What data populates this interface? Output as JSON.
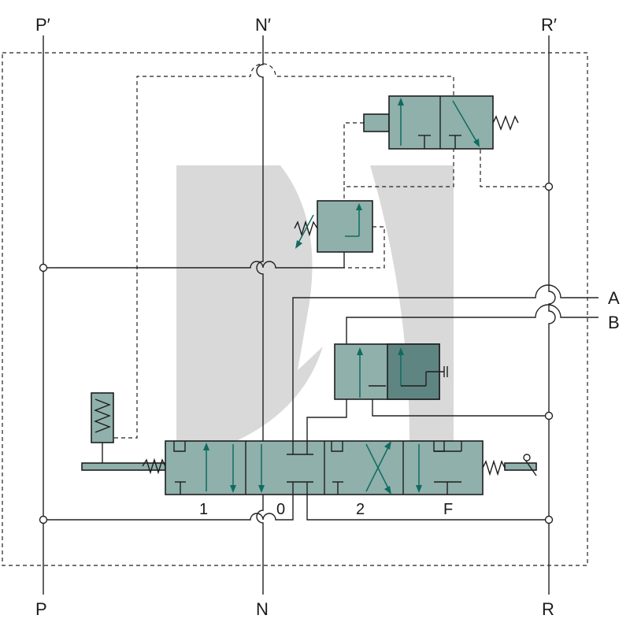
{
  "ports": {
    "p_top": "P′",
    "n_top": "N′",
    "r_top": "R′",
    "p_bottom": "P",
    "n_bottom": "N",
    "r_bottom": "R",
    "a": "A",
    "b": "B"
  },
  "main_valve_positions": {
    "pos1": "1",
    "pos0": "0",
    "pos2": "2",
    "posF": "F"
  },
  "colors": {
    "valve_fill": "#8fb0ab",
    "valve_dark": "#5f8582",
    "arrow": "#0f6b60",
    "line": "#222222",
    "watermark": "#d9d9d9"
  }
}
